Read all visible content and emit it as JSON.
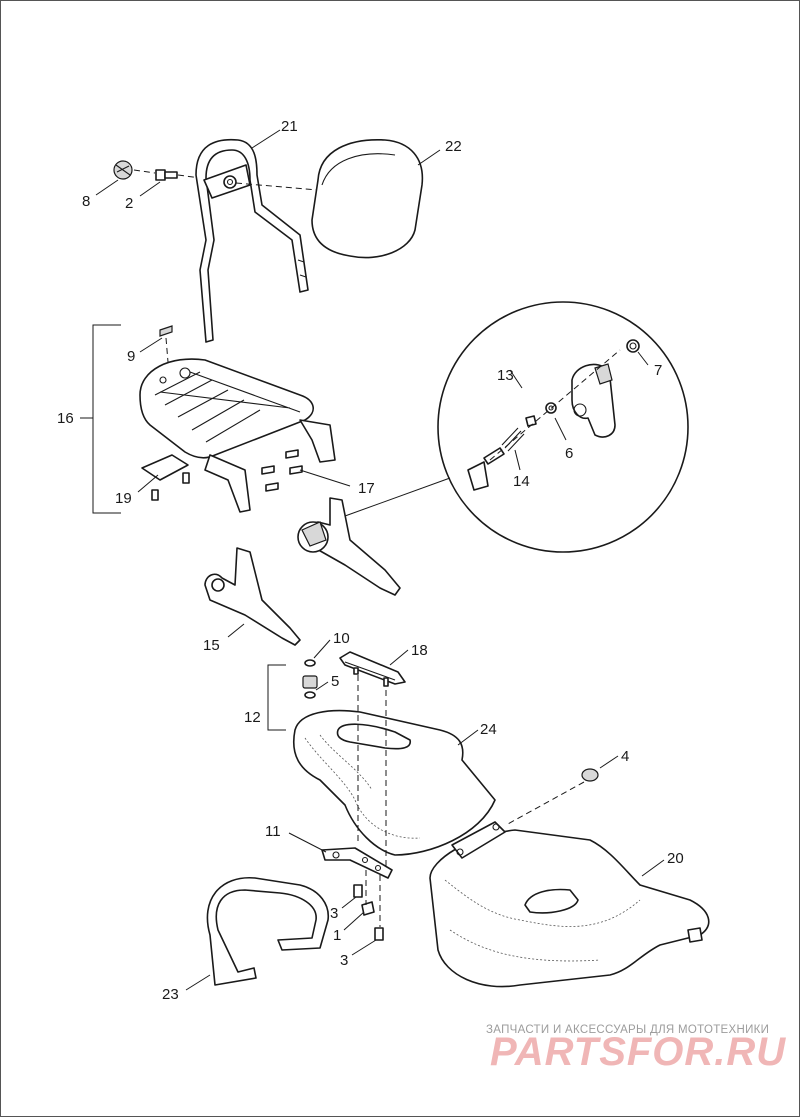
{
  "callouts": [
    {
      "id": "1",
      "text": "1"
    },
    {
      "id": "2",
      "text": "2"
    },
    {
      "id": "3a",
      "text": "3"
    },
    {
      "id": "3b",
      "text": "3"
    },
    {
      "id": "4",
      "text": "4"
    },
    {
      "id": "5",
      "text": "5"
    },
    {
      "id": "6",
      "text": "6"
    },
    {
      "id": "7",
      "text": "7"
    },
    {
      "id": "8",
      "text": "8"
    },
    {
      "id": "9",
      "text": "9"
    },
    {
      "id": "10",
      "text": "10"
    },
    {
      "id": "11",
      "text": "11"
    },
    {
      "id": "12",
      "text": "12"
    },
    {
      "id": "13",
      "text": "13"
    },
    {
      "id": "14",
      "text": "14"
    },
    {
      "id": "15",
      "text": "15"
    },
    {
      "id": "16",
      "text": "16"
    },
    {
      "id": "17",
      "text": "17"
    },
    {
      "id": "18",
      "text": "18"
    },
    {
      "id": "19",
      "text": "19"
    },
    {
      "id": "20",
      "text": "20"
    },
    {
      "id": "21",
      "text": "21"
    },
    {
      "id": "22",
      "text": "22"
    },
    {
      "id": "23",
      "text": "23"
    },
    {
      "id": "24",
      "text": "24"
    }
  ],
  "watermark": {
    "tagline": "ЗАПЧАСТИ И АКСЕССУАРЫ ДЛЯ МОТОТЕХНИКИ",
    "logo": "PARTSFOR.RU"
  }
}
